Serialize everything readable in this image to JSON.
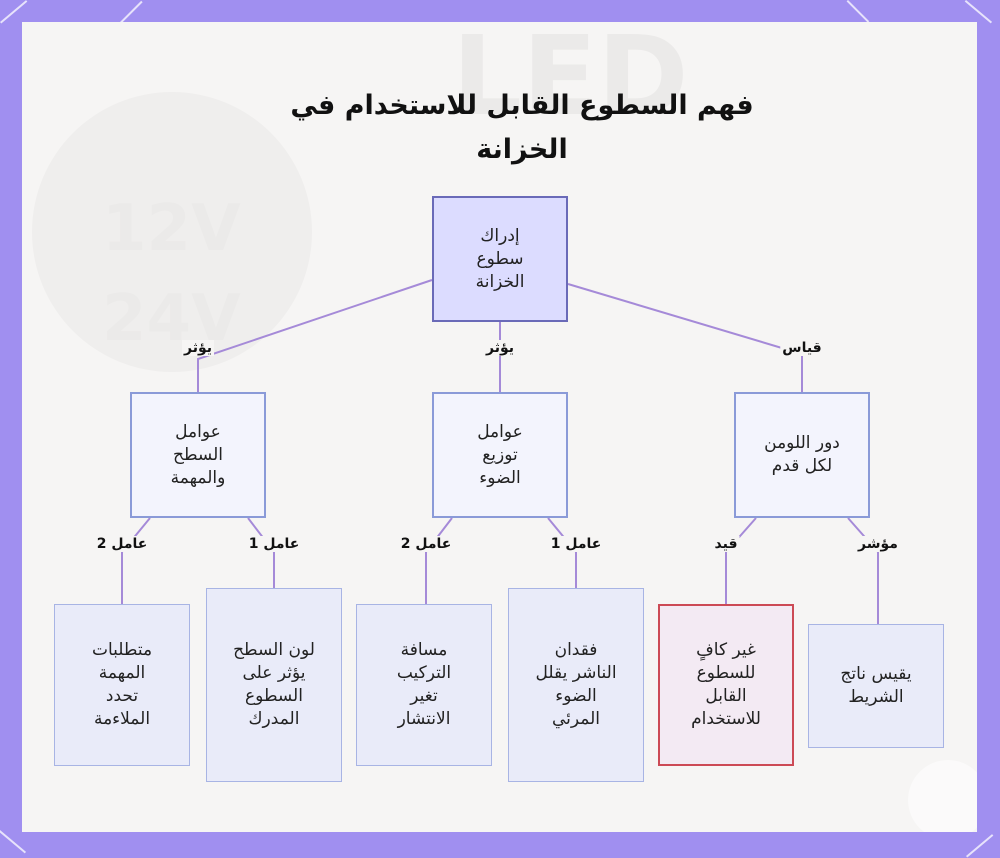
{
  "diagram": {
    "title": "فهم السطوع القابل للاستخدام في الخزانة",
    "nodes": {
      "root": "إدراك\nسطوع\nالخزانة",
      "surface": "عوامل\nالسطح\nوالمهمة",
      "distribution": "عوامل\nتوزيع\nالضوء",
      "lumens": "دور اللومن\nلكل قدم",
      "task": "متطلبات\nالمهمة\nتحدد\nالملاءمة",
      "color": "لون السطح\nيؤثر على\nالسطوع\nالمدرك",
      "distance": "مسافة\nالتركيب\nتغير\nالانتشار",
      "loss": "فقدان\nالناشر يقلل\nالضوء\nالمرئي",
      "insufficient": "غير كافٍ\nللسطوع\nالقابل\nللاستخدام",
      "measure": "يقيس ناتج\nالشريط"
    },
    "edge_labels": {
      "root_surface": "يؤثر",
      "root_distribution": "يؤثر",
      "root_lumens": "قياس",
      "surface_task": "عامل 2",
      "surface_color": "عامل 1",
      "distribution_distance": "عامل 2",
      "distribution_loss": "عامل 1",
      "lumens_insufficient": "قيد",
      "lumens_measure": "مؤشر"
    },
    "colors": {
      "border_accent": "#a08ff0",
      "edge": "#a58ad8",
      "root_fill": "#dcdcff",
      "warn_border": "#cc4a55"
    }
  }
}
